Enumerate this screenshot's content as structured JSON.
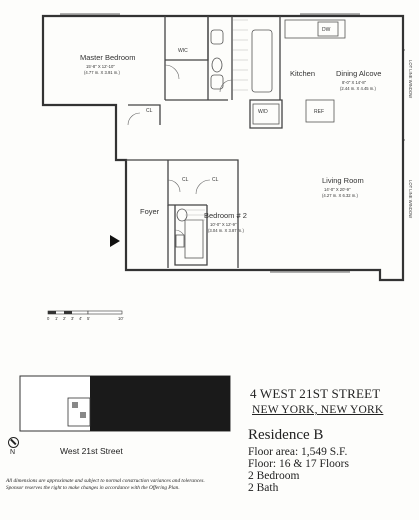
{
  "plan": {
    "rooms": {
      "master_bedroom": {
        "label": "Master Bedroom",
        "dims": "15'-8\" X 12'-10\"",
        "dims_metric": "(4.77 m. X 3.91 m.)"
      },
      "wic": "WIC",
      "cl_master": "CL",
      "kitchen": "Kitchen",
      "dw": "DW",
      "ref": "REF",
      "wd": "W/D",
      "dining_alcove": {
        "label": "Dining Alcove",
        "dims": "8'-0\" X 14'-8\"",
        "dims_metric": "(2.44 m. X 4.45 m.)"
      },
      "living_room": {
        "label": "Living Room",
        "dims": "14'-0\" X 20'-9\"",
        "dims_metric": "(4.27 m. X 6.32 m.)"
      },
      "foyer": "Foyer",
      "cl_foyer": "CL",
      "cl_bedroom2": "CL",
      "bedroom2": {
        "label": "Bedroom # 2",
        "dims": "10'-0\" X 12'-9\"",
        "dims_metric": "(3.04 m. X 3.87 m.)"
      },
      "loft_window_top": "LOT LINE WINDOW",
      "loft_window_bottom": "LOT LINE WINDOW"
    },
    "scale_labels": [
      "0",
      "1'",
      "2'",
      "3'",
      "4'",
      "5'",
      "10'"
    ]
  },
  "keyplan": {
    "street": "West 21st Street",
    "north": "N"
  },
  "building": {
    "address_line1": "4 WEST 21ST STREET",
    "address_line2": "NEW YORK, NEW YORK"
  },
  "residence": {
    "title": "Residence B",
    "floor_area": "Floor area: 1,549 S.F.",
    "floors": "Floor: 16 & 17 Floors",
    "bedrooms": "2 Bedroom",
    "baths": "2 Bath"
  },
  "disclaimer": {
    "line1": "All dimensions are approximate and subject to normal construction variances and tolerances.",
    "line2": "Sponsor reserves the right to make changes in accordance with the Offering Plan."
  }
}
